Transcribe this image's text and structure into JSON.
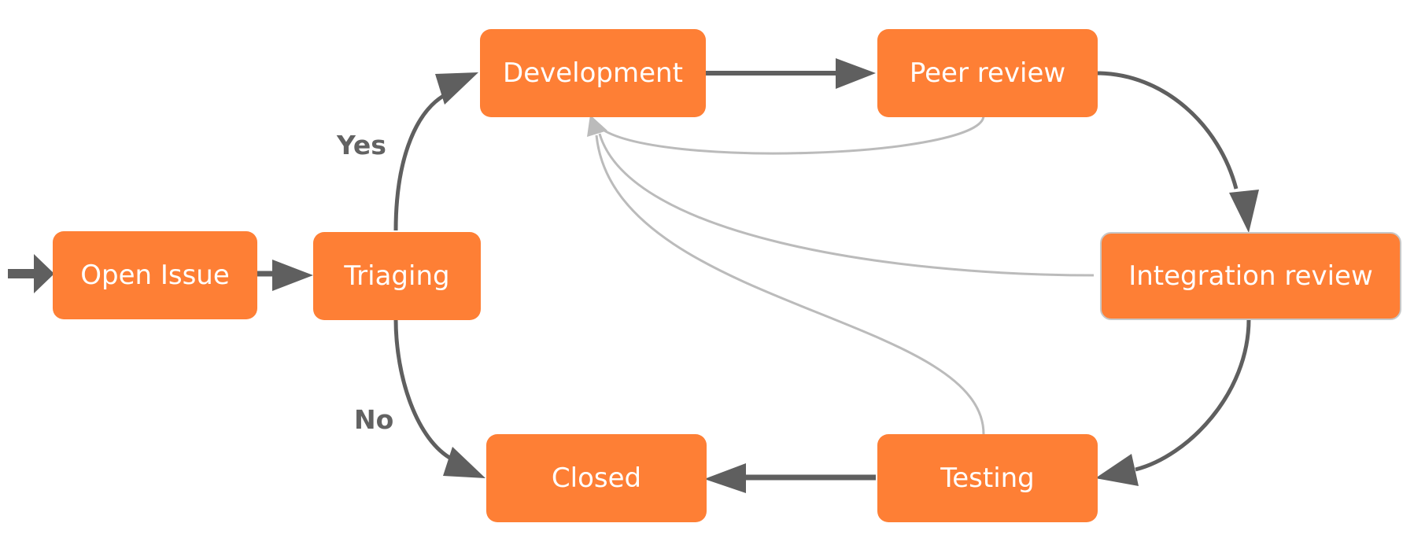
{
  "diagram": {
    "colors": {
      "node_fill": "#fe7f35",
      "node_text": "#ffffff",
      "main_edge": "#5f5f5f",
      "feedback_edge": "#bbbbbb",
      "label_text": "#626262"
    },
    "nodes": {
      "open_issue": "Open Issue",
      "triaging": "Triaging",
      "development": "Development",
      "peer_review": "Peer review",
      "integration_review": "Integration review",
      "testing": "Testing",
      "closed": "Closed"
    },
    "edge_labels": {
      "yes": "Yes",
      "no": "No"
    },
    "edges": [
      {
        "from": "start",
        "to": "open_issue",
        "kind": "main"
      },
      {
        "from": "open_issue",
        "to": "triaging",
        "kind": "main"
      },
      {
        "from": "triaging",
        "to": "development",
        "kind": "main",
        "label": "Yes"
      },
      {
        "from": "triaging",
        "to": "closed",
        "kind": "main",
        "label": "No"
      },
      {
        "from": "development",
        "to": "peer_review",
        "kind": "main"
      },
      {
        "from": "peer_review",
        "to": "integration_review",
        "kind": "main"
      },
      {
        "from": "integration_review",
        "to": "testing",
        "kind": "main"
      },
      {
        "from": "testing",
        "to": "closed",
        "kind": "main"
      },
      {
        "from": "peer_review",
        "to": "development",
        "kind": "feedback"
      },
      {
        "from": "integration_review",
        "to": "development",
        "kind": "feedback"
      },
      {
        "from": "testing",
        "to": "development",
        "kind": "feedback"
      }
    ]
  }
}
